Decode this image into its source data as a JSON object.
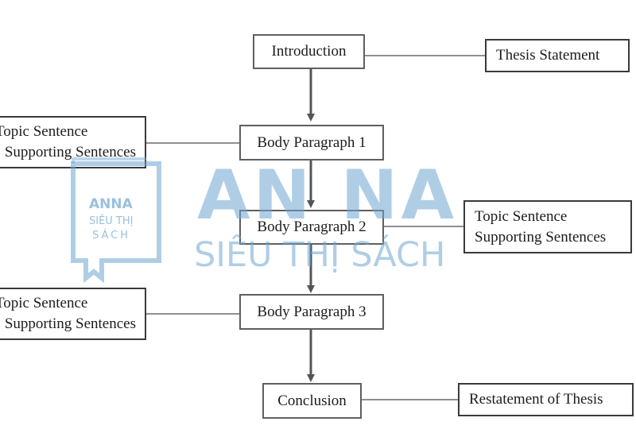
{
  "diagram": {
    "center_nodes": [
      {
        "id": "introduction",
        "label": "Introduction"
      },
      {
        "id": "body1",
        "label": "Body Paragraph 1"
      },
      {
        "id": "body2",
        "label": "Body Paragraph 2"
      },
      {
        "id": "body3",
        "label": "Body Paragraph 3"
      },
      {
        "id": "conclusion",
        "label": "Conclusion"
      }
    ],
    "side_nodes": {
      "introduction": {
        "side": "right",
        "lines": [
          "Thesis Statement"
        ]
      },
      "body1": {
        "side": "left",
        "lines": [
          "Topic Sentence",
          "Supporting Sentences"
        ]
      },
      "body2": {
        "side": "right",
        "lines": [
          "Topic Sentence",
          "Supporting Sentences"
        ]
      },
      "body3": {
        "side": "left",
        "lines": [
          "Topic Sentence",
          "Supporting Sentences"
        ]
      },
      "conclusion": {
        "side": "right",
        "lines": [
          "Restatement of Thesis"
        ]
      }
    },
    "arrows": [
      {
        "from": "introduction",
        "to": "body1"
      },
      {
        "from": "body1",
        "to": "body2"
      },
      {
        "from": "body2",
        "to": "body3"
      },
      {
        "from": "body3",
        "to": "conclusion"
      }
    ]
  },
  "watermark": {
    "brand_big": "AN NA",
    "brand_sub": "SIÊU THỊ SÁCH",
    "logo_line1": "ANNA",
    "logo_line2": "SIÊU THỊ",
    "logo_line3": "SÁCH",
    "color": "#6ea5d2"
  },
  "colors": {
    "border": "#3a3a3a",
    "connector": "#6a6a6a",
    "arrow": "#555555",
    "text": "#1c1c1c"
  }
}
